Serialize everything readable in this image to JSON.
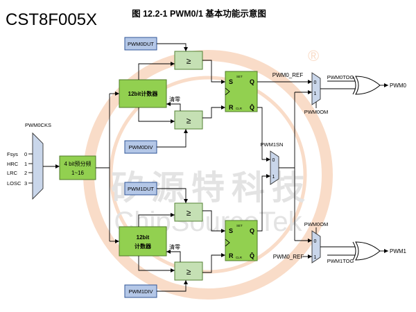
{
  "header": {
    "brand": "CST8F005X",
    "title": "图 12.2-1 PWM0/1 基本功能示意图"
  },
  "watermark": {
    "cn": "矽源特科技",
    "en": "ChipSourceTek",
    "mark": "®"
  },
  "clock_mux": {
    "label": "PWM0CKS",
    "inputs": [
      {
        "name": "Fsys",
        "index": "0"
      },
      {
        "name": "HRC",
        "index": "1"
      },
      {
        "name": "LRC",
        "index": "2"
      },
      {
        "name": "LOSC",
        "index": "3"
      }
    ]
  },
  "prescaler": {
    "line1": "4 bit预分频",
    "line2": "1~16"
  },
  "pwm0": {
    "dut": "PWM0DUT",
    "div": "PWM0DIV",
    "counter": "12bit计数器",
    "clear": "清零",
    "compare_symbol": "≥",
    "sr": {
      "s": "S",
      "set": "SET",
      "q": "Q",
      "r": "R",
      "clr": "CLR",
      "qbar": "Q̄"
    }
  },
  "pwm1": {
    "dut": "PWM1DUT",
    "div": "PWM1DIV",
    "counter_line1": "12bit",
    "counter_line2": "计数器",
    "clear": "清零",
    "compare_symbol": "≥",
    "sr": {
      "s": "S",
      "set": "SET",
      "q": "Q",
      "r": "R",
      "clr": "CLR",
      "qbar": "Q̄"
    }
  },
  "output_stage": {
    "ref_top": "PWM0_REF",
    "sn_mux": {
      "label": "PWM1SN",
      "in0": "0",
      "in1": "1"
    },
    "pwm0_mux": {
      "label": "PWM0OM",
      "in0": "0",
      "in1": "1"
    },
    "pwm0_tog": "PWM0TOG",
    "pwm0_out": "PWM0",
    "pwm1_mux": {
      "label": "PWM0OM",
      "in0": "0",
      "in1": "1"
    },
    "ref_bottom": "PWM0_REF",
    "pwm1_tog": "PWM1TOG",
    "pwm1_out": "PWM1"
  },
  "colors": {
    "register_fill": "#b4c7e7",
    "register_stroke": "#2f5597",
    "block_fill": "#92d050",
    "block_stroke": "#4f7a28",
    "comparator_fill": "#c5e0b4",
    "comparator_stroke": "#548235",
    "mux_fill": "#c9d6ea",
    "watermark_ring": "#f9dcc8",
    "watermark_text": "#e3e3e3"
  }
}
